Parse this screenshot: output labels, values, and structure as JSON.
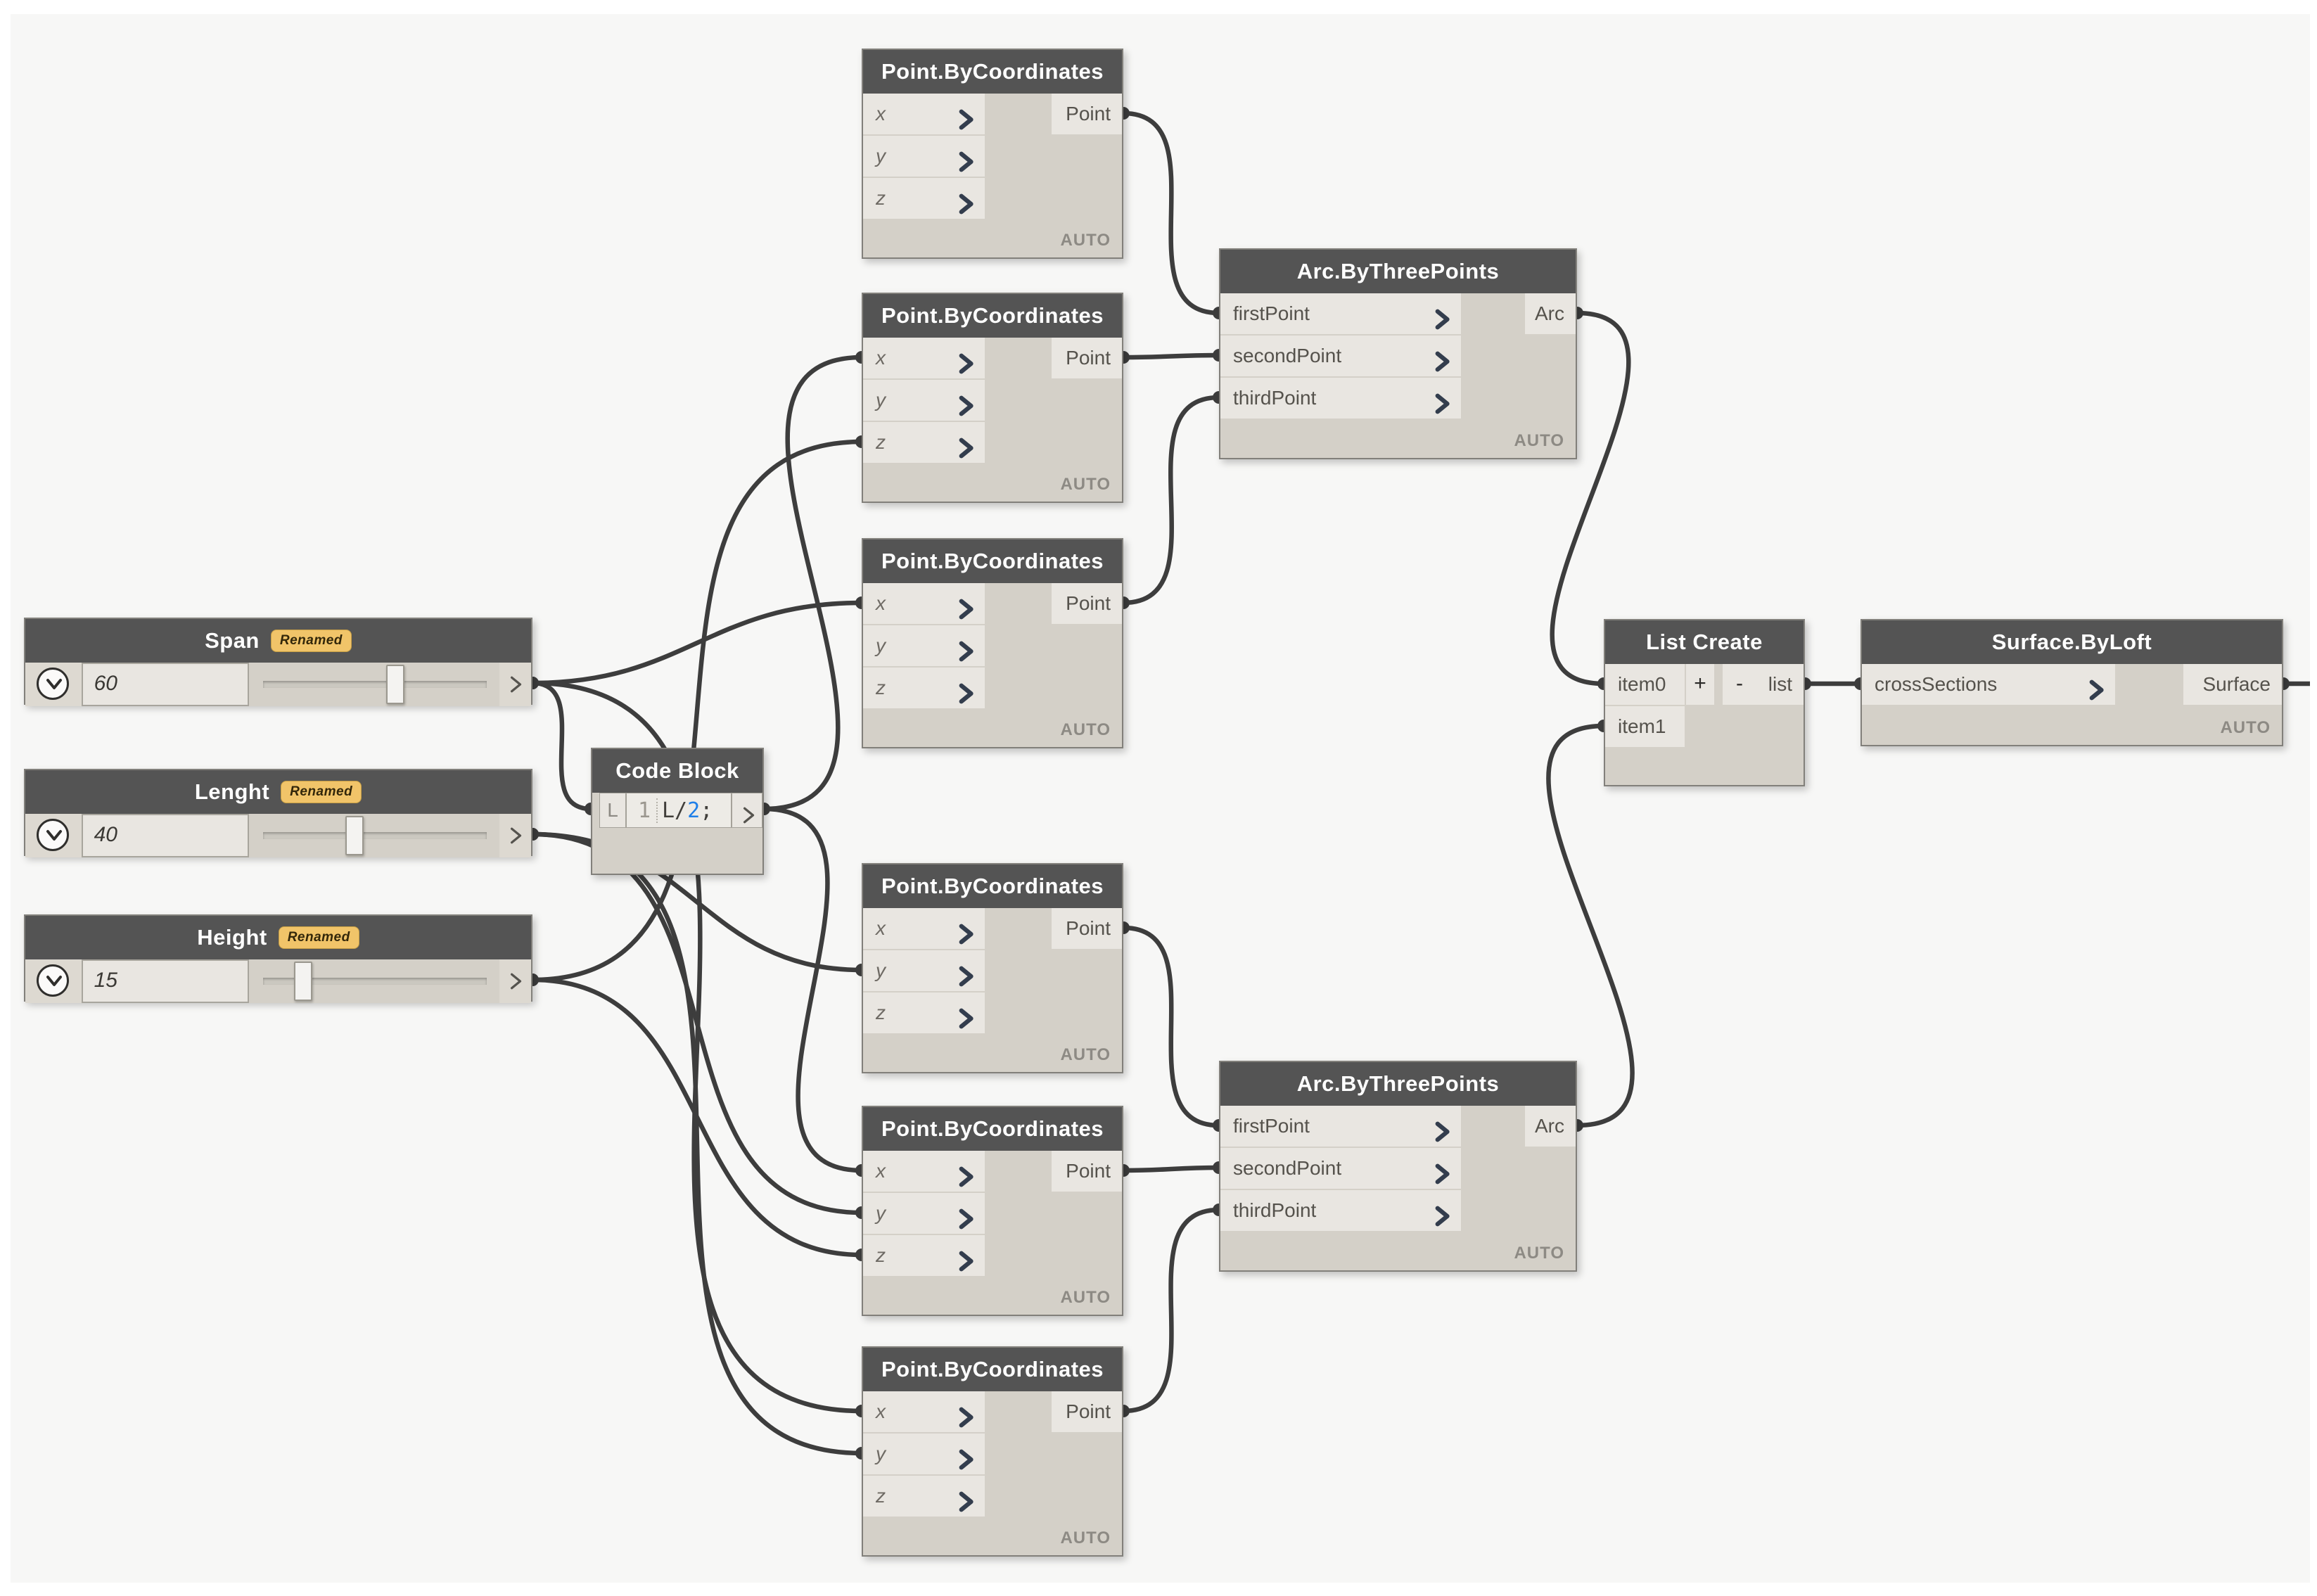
{
  "app": {
    "name": "Dynamo visual programming canvas"
  },
  "colors": {
    "canvas_bg": "#f7f7f6",
    "page_margin": "#ffffff",
    "node_header": "#545454",
    "node_body": "#d4d0c8",
    "node_row": "#e9e6e1",
    "node_border": "#82807b",
    "wire": "#3d3d3d",
    "chevron": "#333d4d",
    "auto_text": "#8d8a84",
    "badge_bg": "#f1c469",
    "badge_text": "#33270a",
    "code_blue": "#1f7fe8",
    "code_text": "#403e3a",
    "line_number": "#9b978f",
    "port_text": "#55524c"
  },
  "nodes": [
    {
      "id": "span",
      "type": "slider",
      "title": "Span",
      "badge": "Renamed",
      "value": "60",
      "fraction": 0.6,
      "output_label": ">"
    },
    {
      "id": "lenght",
      "type": "slider",
      "title": "Lenght",
      "badge": "Renamed",
      "value": "40",
      "fraction": 0.4,
      "output_label": ">"
    },
    {
      "id": "height",
      "type": "slider",
      "title": "Height",
      "badge": "Renamed",
      "value": "15",
      "fraction": 0.15,
      "output_label": ">"
    },
    {
      "id": "codeblock",
      "type": "codeblock",
      "title": "Code Block",
      "input_label": "L",
      "line_number": "1",
      "code": [
        {
          "text": "L/",
          "color": "code_text"
        },
        {
          "text": "2",
          "color": "code_blue"
        },
        {
          "text": ";",
          "color": "code_text"
        }
      ],
      "output_label": ">"
    },
    {
      "id": "point1",
      "type": "function",
      "title": "Point.ByCoordinates",
      "inputs": [
        "x",
        "y",
        "z"
      ],
      "output": "Point",
      "lacing": "AUTO"
    },
    {
      "id": "point2",
      "type": "function",
      "title": "Point.ByCoordinates",
      "inputs": [
        "x",
        "y",
        "z"
      ],
      "output": "Point",
      "lacing": "AUTO"
    },
    {
      "id": "point3",
      "type": "function",
      "title": "Point.ByCoordinates",
      "inputs": [
        "x",
        "y",
        "z"
      ],
      "output": "Point",
      "lacing": "AUTO"
    },
    {
      "id": "point4",
      "type": "function",
      "title": "Point.ByCoordinates",
      "inputs": [
        "x",
        "y",
        "z"
      ],
      "output": "Point",
      "lacing": "AUTO"
    },
    {
      "id": "point5",
      "type": "function",
      "title": "Point.ByCoordinates",
      "inputs": [
        "x",
        "y",
        "z"
      ],
      "output": "Point",
      "lacing": "AUTO"
    },
    {
      "id": "point6",
      "type": "function",
      "title": "Point.ByCoordinates",
      "inputs": [
        "x",
        "y",
        "z"
      ],
      "output": "Point",
      "lacing": "AUTO"
    },
    {
      "id": "arc1",
      "type": "function",
      "title": "Arc.ByThreePoints",
      "inputs": [
        "firstPoint",
        "secondPoint",
        "thirdPoint"
      ],
      "output": "Arc",
      "lacing": "AUTO"
    },
    {
      "id": "arc2",
      "type": "function",
      "title": "Arc.ByThreePoints",
      "inputs": [
        "firstPoint",
        "secondPoint",
        "thirdPoint"
      ],
      "output": "Arc",
      "lacing": "AUTO"
    },
    {
      "id": "listcreate",
      "type": "list",
      "title": "List Create",
      "inputs": [
        "item0",
        "item1"
      ],
      "add_button": "+",
      "remove_button": "-",
      "output": "list"
    },
    {
      "id": "surfacebyloft",
      "type": "function",
      "title": "Surface.ByLoft",
      "inputs": [
        "crossSections"
      ],
      "output": "Surface",
      "lacing": "AUTO"
    }
  ],
  "wires": [
    {
      "from": "span",
      "to": "codeblock",
      "to_port": "L"
    },
    {
      "from": "span",
      "to": "point3",
      "to_port": "x"
    },
    {
      "from": "span",
      "to": "point6",
      "to_port": "x"
    },
    {
      "from": "lenght",
      "to": "point4",
      "to_port": "y"
    },
    {
      "from": "lenght",
      "to": "point5",
      "to_port": "y"
    },
    {
      "from": "lenght",
      "to": "point6",
      "to_port": "y"
    },
    {
      "from": "height",
      "to": "point2",
      "to_port": "z"
    },
    {
      "from": "height",
      "to": "point5",
      "to_port": "z"
    },
    {
      "from": "codeblock",
      "to": "point2",
      "to_port": "x"
    },
    {
      "from": "codeblock",
      "to": "point5",
      "to_port": "x"
    },
    {
      "from": "point1",
      "to": "arc1",
      "to_port": "firstPoint"
    },
    {
      "from": "point2",
      "to": "arc1",
      "to_port": "secondPoint"
    },
    {
      "from": "point3",
      "to": "arc1",
      "to_port": "thirdPoint"
    },
    {
      "from": "point4",
      "to": "arc2",
      "to_port": "firstPoint"
    },
    {
      "from": "point5",
      "to": "arc2",
      "to_port": "secondPoint"
    },
    {
      "from": "point6",
      "to": "arc2",
      "to_port": "thirdPoint"
    },
    {
      "from": "arc1",
      "to": "listcreate",
      "to_port": "item0"
    },
    {
      "from": "arc2",
      "to": "listcreate",
      "to_port": "item1"
    },
    {
      "from": "listcreate",
      "to": "surfacebyloft",
      "to_port": "crossSections"
    },
    {
      "from": "surfacebyloft",
      "to": "edge",
      "to_port": ""
    }
  ]
}
